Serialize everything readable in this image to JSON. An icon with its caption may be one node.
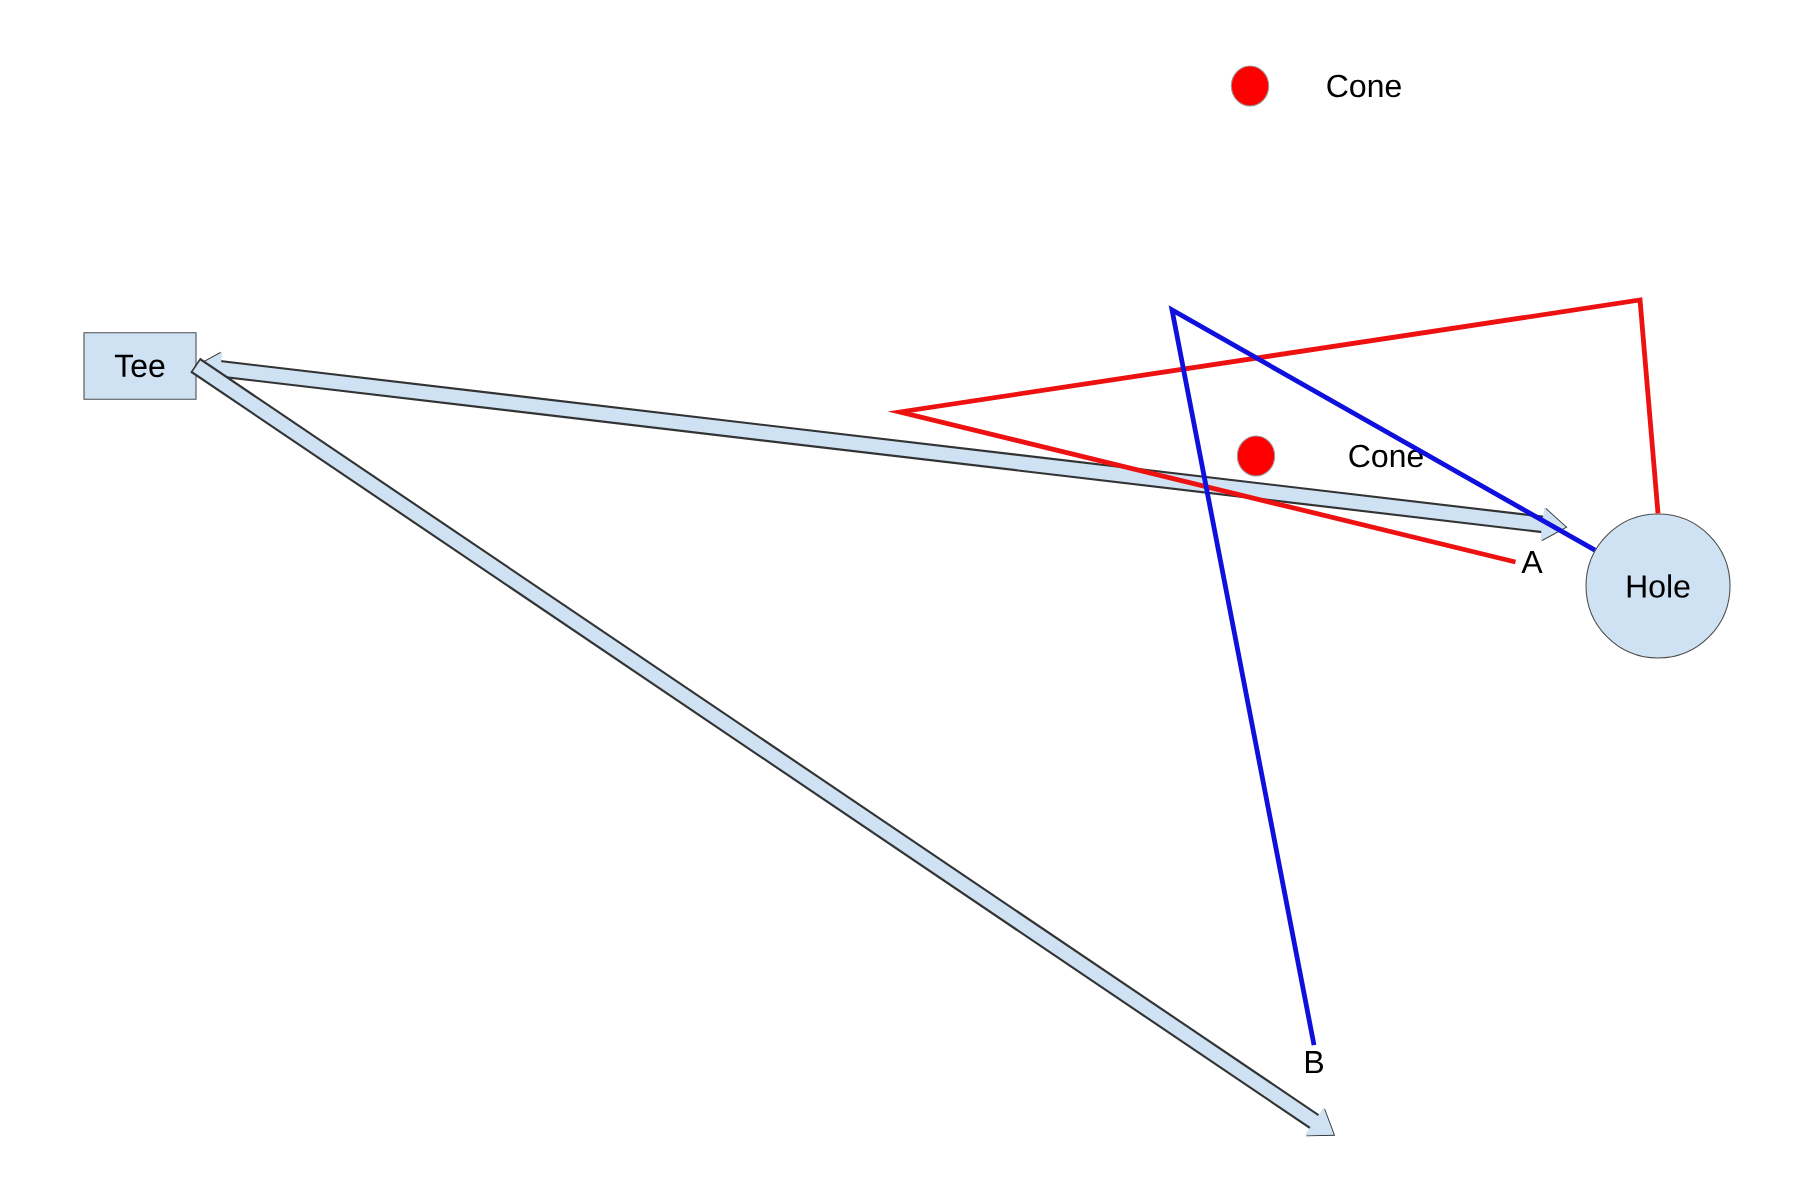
{
  "diagram": {
    "nodes": [
      {
        "text": [
          "Tee"
        ]
      },
      {
        "text": [
          "Hole"
        ]
      },
      {
        "text": [
          "A"
        ]
      },
      {
        "text": [
          "B"
        ]
      },
      {
        "text": [],
        "shape": "circle",
        "beside": [
          "Cone"
        ]
      },
      {
        "text": [],
        "shape": "circle",
        "beside": [
          "Cone"
        ]
      }
    ],
    "edges": [
      {
        "from": 0,
        "to": 2,
        "arrow": "both",
        "style": "thick"
      },
      {
        "from": 0,
        "to": 3,
        "arrow": "to",
        "style": "thick"
      },
      {
        "from": 2,
        "to": 1,
        "arrow": "none",
        "color": "#ee1111"
      },
      {
        "from": 3,
        "to": 1,
        "arrow": "none",
        "color": "#1010dd"
      }
    ]
  }
}
